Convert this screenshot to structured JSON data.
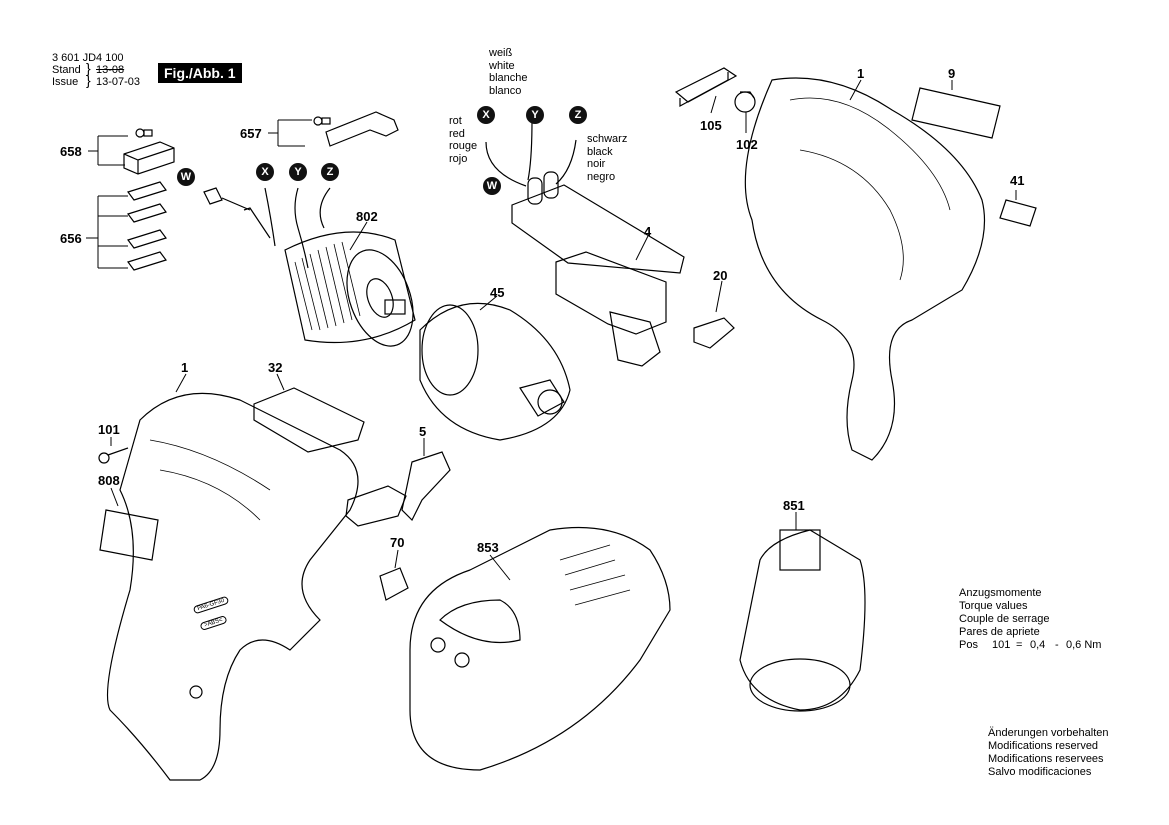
{
  "header": {
    "doc_number": "3 601 JD4 100",
    "stand_label": "Stand",
    "stand_value": "13-08",
    "issue_label": "Issue",
    "issue_value": "13-07-03",
    "fig_label": "Fig./Abb. 1"
  },
  "parts": {
    "p658": "658",
    "p657": "657",
    "p656": "656",
    "p802": "802",
    "p45": "45",
    "p4": "4",
    "p20": "20",
    "p1_top": "1",
    "p9": "9",
    "p105": "105",
    "p102": "102",
    "p41": "41",
    "p1_left": "1",
    "p32": "32",
    "p101": "101",
    "p808": "808",
    "p5": "5",
    "p70": "70",
    "p853": "853",
    "p851": "851"
  },
  "wires": {
    "W": "W",
    "X": "X",
    "Y": "Y",
    "Z": "Z",
    "white_lines": [
      "weiß",
      "white",
      "blanche",
      "blanco"
    ],
    "red_lines": [
      "rot",
      "red",
      "rouge",
      "rojo"
    ],
    "black_lines": [
      "schwarz",
      "black",
      "noir",
      "negro"
    ]
  },
  "torque": {
    "lines": [
      "Anzugsmomente",
      "Torque values",
      "Couple de serrage",
      "Pares de apriete"
    ],
    "pos_label": "Pos",
    "pos_value": "101",
    "eq": "=",
    "min": "0,4",
    "dash": "-",
    "max": "0,6 Nm"
  },
  "modifications": [
    "Änderungen vorbehalten",
    "Modifications reserved",
    "Modifications reservees",
    "Salvo modificaciones"
  ],
  "stamps": {
    "pa": "PA6-GF30",
    "abs": ">ABS<"
  }
}
